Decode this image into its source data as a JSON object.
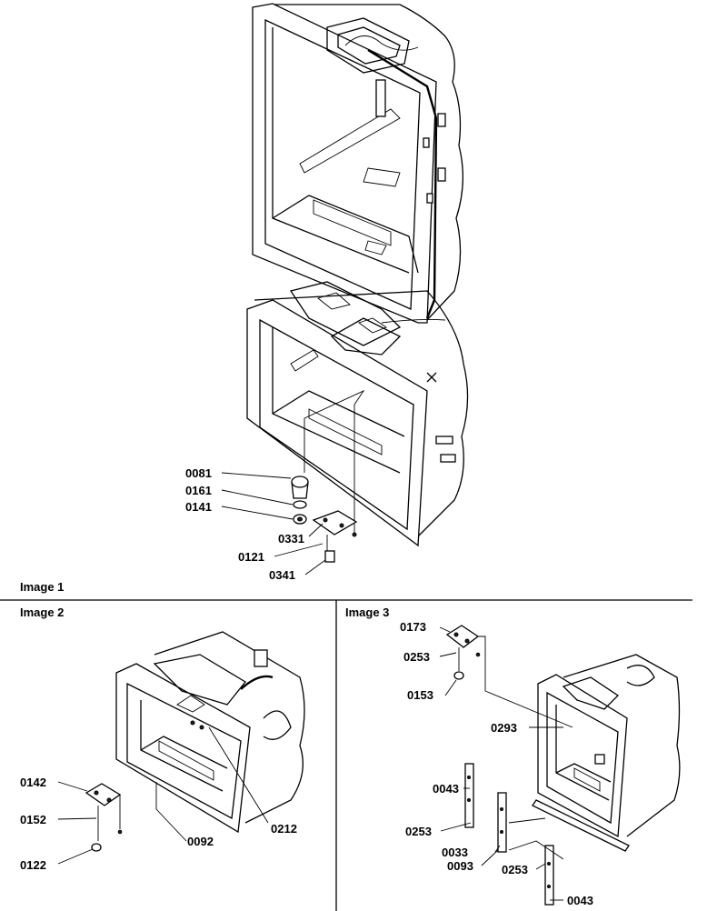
{
  "panels": {
    "image1": {
      "title": "Image 1"
    },
    "image2": {
      "title": "Image 2"
    },
    "image3": {
      "title": "Image 3"
    }
  },
  "callouts": {
    "image1": [
      "0081",
      "0161",
      "0141",
      "0331",
      "0121",
      "0341"
    ],
    "image2": [
      "0142",
      "0152",
      "0122",
      "0092",
      "0212"
    ],
    "image3": [
      "0173",
      "0253",
      "0153",
      "0293",
      "0043",
      "0253",
      "0033",
      "0093",
      "0253",
      "0043"
    ]
  }
}
